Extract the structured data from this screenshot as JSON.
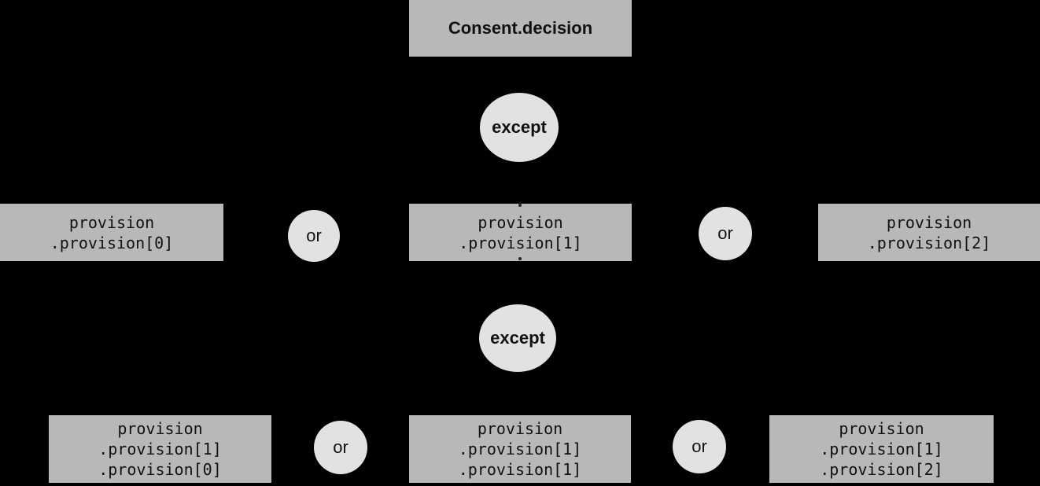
{
  "colors": {
    "background": "#000000",
    "node_fill": "#b8b8b8",
    "operator_fill": "#e2e2e2",
    "text": "#111111"
  },
  "tree": {
    "root_label": "Consent.decision",
    "except_labels": [
      "except",
      "except"
    ],
    "or_labels": [
      "or",
      "or",
      "or",
      "or"
    ],
    "level1": [
      {
        "lines": [
          "provision",
          ".provision[0]"
        ]
      },
      {
        "lines": [
          "provision",
          ".provision[1]"
        ]
      },
      {
        "lines": [
          "provision",
          ".provision[2]"
        ]
      }
    ],
    "level2": [
      {
        "lines": [
          "provision",
          ".provision[1]",
          ".provision[0]"
        ]
      },
      {
        "lines": [
          "provision",
          ".provision[1]",
          ".provision[1]"
        ]
      },
      {
        "lines": [
          "provision",
          ".provision[1]",
          ".provision[2]"
        ]
      }
    ]
  }
}
